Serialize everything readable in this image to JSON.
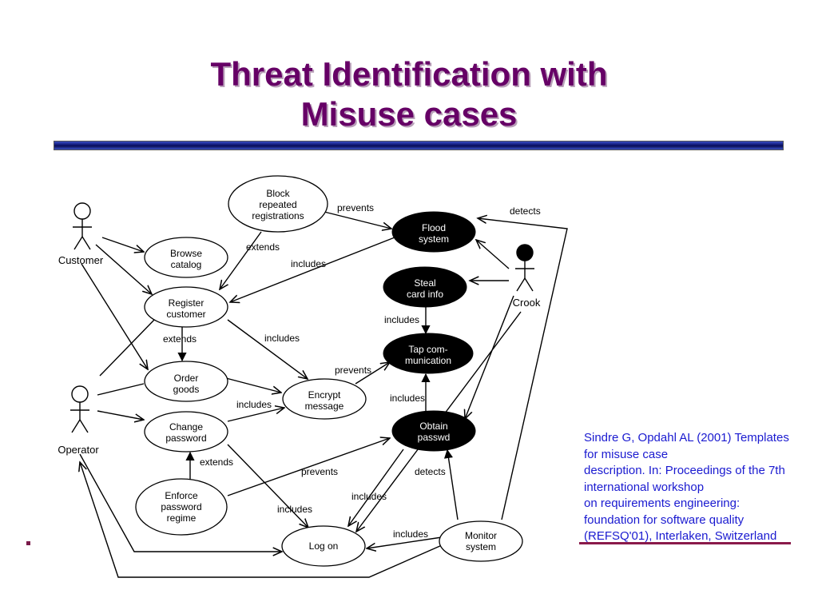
{
  "slide": {
    "title_line1": "Threat Identification with",
    "title_line2": "Misuse cases",
    "citation": [
      "Sindre G, Opdahl AL (2001) Templates",
      "for misuse case",
      "description. In: Proceedings of the 7th",
      "international workshop",
      "on requirements engineering:",
      "foundation for software quality",
      "(REFSQ'01), Interlaken, Switzerland"
    ]
  },
  "diagram": {
    "actors": {
      "customer": "Customer",
      "operator": "Operator",
      "crook": "Crook"
    },
    "use_cases": {
      "block": [
        "Block",
        "repeated",
        "registrations"
      ],
      "browse": [
        "Browse",
        "catalog"
      ],
      "register": [
        "Register",
        "customer"
      ],
      "order": [
        "Order",
        "goods"
      ],
      "change": [
        "Change",
        "password"
      ],
      "enforce": [
        "Enforce",
        "password",
        "regime"
      ],
      "encrypt": [
        "Encrypt",
        "message"
      ],
      "logon": [
        "Log on"
      ],
      "monitor": [
        "Monitor",
        "system"
      ]
    },
    "misuse_cases": {
      "flood": [
        "Flood",
        "system"
      ],
      "steal": [
        "Steal",
        "card info"
      ],
      "tap": [
        "Tap com-",
        "munication"
      ],
      "obtain": [
        "Obtain",
        "passwd"
      ]
    },
    "relation_labels": {
      "prevents_flood": "prevents",
      "detects_flood": "detects",
      "extends_block": "extends",
      "includes_flood": "includes",
      "extends_register": "extends",
      "includes_register_encrypt": "includes",
      "includes_steal_tap": "includes",
      "prevents_encrypt_tap": "prevents",
      "includes_obtain_tap": "includes",
      "includes_change_encrypt": "includes",
      "extends_enforce": "extends",
      "prevents_enforce": "prevents",
      "detects_obtain": "detects",
      "includes_obtain_logon": "includes",
      "includes_change_logon": "includes",
      "includes_monitor_logon": "includes"
    }
  }
}
